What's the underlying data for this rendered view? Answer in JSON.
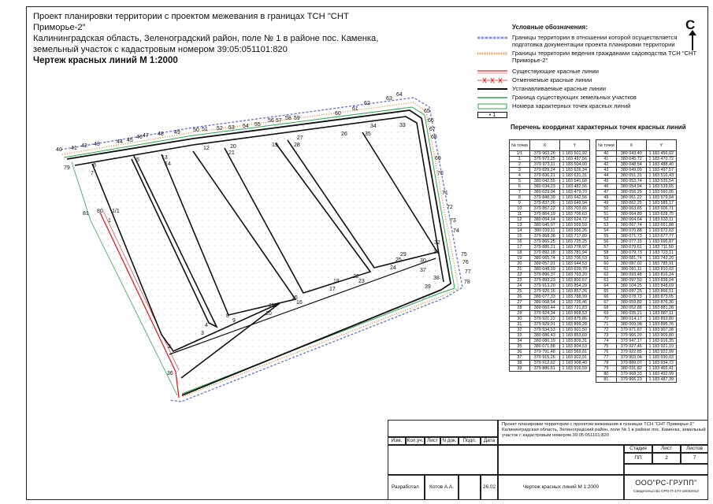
{
  "header": {
    "title_lines": [
      "Проект планировки территории с проектом межевания в границах ТСН \"СНТ Приморье-2\"",
      "Калининградская область, Зеленоградский район, поле № 1 в районе пос. Каменка,",
      "земельный участок с кадастровым номером 39:05:051101:820"
    ],
    "subtitle": "Чертеж красных линий М 1:2000",
    "north_letter": "С"
  },
  "colors": {
    "red_line": "#e02020",
    "black_line": "#111111",
    "green_line": "#2aa84a",
    "blue_dash": "#6b7bd6",
    "orange_dots": "#e0883a"
  },
  "legend": {
    "heading": "Условные обозначения:",
    "items": [
      {
        "icon": "blue-dashed-boundary",
        "text": "Границы территории в отношении которой осуществляется подготовка документации проекта планировки территории"
      },
      {
        "icon": "orange-dotted-boundary",
        "text": "Границы территории ведения гражданами садоводства ТСН \"СНТ Приморье-2\""
      },
      {
        "icon": "red-line",
        "text": "Существующие красные линии"
      },
      {
        "icon": "red-cross-line",
        "text": "Отменяемые красные линии"
      },
      {
        "icon": "black-line",
        "text": "Устанавливаемые красные линии"
      },
      {
        "icon": "green-line",
        "text": "Граница существующих земельных участков"
      },
      {
        "icon": "green-box",
        "text": "Номера характерных точек красных линий"
      },
      {
        "icon": "point-marker",
        "text": "",
        "marker_label": "• 1"
      }
    ]
  },
  "table": {
    "caption": "Перечень координат характерных точек красных линий",
    "headers": [
      "№ точки",
      "X",
      "Y"
    ],
    "left": [
      [
        "1/1",
        "379 963,26",
        "1 183 501,92"
      ],
      [
        "1",
        "379 973,25",
        "1 183 497,56"
      ],
      [
        "2",
        "379 973,11",
        "1 183 504,00"
      ],
      [
        "3",
        "379 829,24",
        "1 183 626,34"
      ],
      [
        "4",
        "379 836,21",
        "1 183 631,31"
      ],
      [
        "5",
        "380 042,55",
        "1 183 541,68"
      ],
      [
        "6",
        "380 034,23",
        "1 183 482,56"
      ],
      [
        "7",
        "380 029,04",
        "1 183 479,70"
      ],
      [
        "8",
        "379 840,39",
        "1 183 642,56"
      ],
      [
        "9",
        "379 837,26",
        "1 183 649,94"
      ],
      [
        "10",
        "379 857,22",
        "1 183 703,66"
      ],
      [
        "11",
        "379 864,19",
        "1 183 706,63"
      ],
      [
        "12",
        "380 054,14",
        "1 183 624,72"
      ],
      [
        "13",
        "380 045,07",
        "1 183 559,59"
      ],
      [
        "14",
        "380 039,11",
        "1 183 556,26"
      ],
      [
        "15",
        "379 868,38",
        "1 183 717,89"
      ],
      [
        "16",
        "379 865,25",
        "1 183 725,25"
      ],
      [
        "17",
        "379 885,21",
        "1 183 778,97"
      ],
      [
        "18",
        "379 892,18",
        "1 183 781,94"
      ],
      [
        "19",
        "380 065,74",
        "1 183 706,53"
      ],
      [
        "20",
        "380 057,01",
        "1 183 644,53"
      ],
      [
        "21",
        "380 048,29",
        "1 183 639,70"
      ],
      [
        "22",
        "379 896,37",
        "1 183 793,20"
      ],
      [
        "23",
        "379 893,23",
        "1 183 800,57"
      ],
      [
        "24",
        "379 913,20",
        "1 183 854,29"
      ],
      [
        "25",
        "379 920,16",
        "1 183 857,26"
      ],
      [
        "26",
        "380 077,33",
        "1 183 788,99"
      ],
      [
        "27",
        "380 068,54",
        "1 183 726,46"
      ],
      [
        "28",
        "380 060,44",
        "1 183 721,83"
      ],
      [
        "29",
        "379 924,34",
        "1 183 868,53"
      ],
      [
        "30",
        "379 921,22",
        "1 183 875,86"
      ],
      [
        "31",
        "379 929,91",
        "1 183 899,28"
      ],
      [
        "32",
        "379 934,53",
        "1 183 901,50"
      ],
      [
        "33",
        "380 086,43",
        "1 183 853,69"
      ],
      [
        "34",
        "380 080,19",
        "1 183 809,31"
      ],
      [
        "35",
        "380 071,88",
        "1 183 804,53"
      ],
      [
        "36",
        "379 791,48",
        "1 183 569,81"
      ],
      [
        "37",
        "379 915,26",
        "1 183 902,91"
      ],
      [
        "38",
        "379 912,62",
        "1 183 908,40"
      ],
      [
        "39",
        "379 886,61",
        "1 183 916,59"
      ]
    ],
    "right": [
      [
        "40",
        "380 043,40",
        "1 183 456,02"
      ],
      [
        "41",
        "380 045,72",
        "1 183 470,72"
      ],
      [
        "42",
        "380 048,54",
        "1 183 488,40"
      ],
      [
        "43",
        "380 049,09",
        "1 183 497,57"
      ],
      [
        "44",
        "380 051,31",
        "1 183 516,43"
      ],
      [
        "45",
        "380 053,74",
        "1 183 535,54"
      ],
      [
        "46",
        "380 054,94",
        "1 183 539,65"
      ],
      [
        "47",
        "380 056,29",
        "1 183 560,05"
      ],
      [
        "48",
        "380 061,22",
        "1 183 579,94"
      ],
      [
        "49",
        "380 062,25",
        "1 183 585,17"
      ],
      [
        "50",
        "380 063,65",
        "1 183 606,71"
      ],
      [
        "51",
        "380 064,89",
        "1 183 628,75"
      ],
      [
        "52",
        "380 064,64",
        "1 183 633,11"
      ],
      [
        "53",
        "380 067,74",
        "1 183 651,88"
      ],
      [
        "54",
        "380 070,88",
        "1 183 672,63"
      ],
      [
        "55",
        "380 071,73",
        "1 183 677,77"
      ],
      [
        "56",
        "380 077,15",
        "1 183 695,87"
      ],
      [
        "57",
        "380 079,61",
        "1 183 711,50"
      ],
      [
        "58",
        "380 079,73",
        "1 183 723,11"
      ],
      [
        "59",
        "380 081,74",
        "1 183 743,20"
      ],
      [
        "60",
        "380 087,02",
        "1 183 785,91"
      ],
      [
        "61",
        "380 091,11",
        "1 183 810,03"
      ],
      [
        "62",
        "380 093,48",
        "1 183 816,24"
      ],
      [
        "63",
        "380 097,50",
        "1 183 838,04"
      ],
      [
        "64",
        "380 104,25",
        "1 183 848,69"
      ],
      [
        "65",
        "380 097,25",
        "1 183 866,51"
      ],
      [
        "66",
        "380 078,73",
        "1 183 873,05"
      ],
      [
        "67",
        "380 059,82",
        "1 183 876,36"
      ],
      [
        "68",
        "380 052,88",
        "1 183 881,28"
      ],
      [
        "69",
        "380 035,21",
        "1 183 887,11"
      ],
      [
        "70",
        "380 014,17",
        "1 183 893,80"
      ],
      [
        "71",
        "380 009,98",
        "1 183 895,76"
      ],
      [
        "72",
        "379 971,87",
        "1 183 907,28"
      ],
      [
        "73",
        "379 966,20",
        "1 183 909,80"
      ],
      [
        "74",
        "379 947,17",
        "1 183 916,35"
      ],
      [
        "75",
        "379 927,46",
        "1 183 921,10"
      ],
      [
        "76",
        "379 922,85",
        "1 183 922,99"
      ],
      [
        "77",
        "379 903,04",
        "1 183 930,03"
      ],
      [
        "78",
        "379 889,07",
        "1 183 934,72"
      ],
      [
        "79",
        "380 031,82",
        "1 183 465,41"
      ],
      [
        "80",
        "379 968,33",
        "1 183 492,99"
      ],
      [
        "81",
        "379 966,23",
        "1 183 487,39"
      ]
    ]
  },
  "stamp": {
    "project_text": "Проект планировки территории с проектом межевания в границах ТСН \"СНТ Приморье-2\" Калининградская область, Зеленоградский район, поле № 1 в районе пос. Каменка, земельный участок с кадастровым номером 39:05:051101:820",
    "cols": [
      "Изм.",
      "Кол.уч.",
      "Лист",
      "N док.",
      "Подп.",
      "Дата"
    ],
    "stage_label": "Стадия",
    "sheet_label": "Лист",
    "sheets_label": "Листов",
    "stage": "ПП",
    "sheet": "2",
    "sheets": "7",
    "developed_label": "Разработал",
    "developer": "Котов А.А.",
    "date": "26.02",
    "drawing_name": "Чертеж красных линий М 1:2000",
    "company": "ООО\"РС-ГРУПП\"",
    "certificate": "Свидетельство СРО-П-170-16032012"
  },
  "plan": {
    "point_labels": [
      "1/1",
      "1",
      "2",
      "3",
      "4",
      "5",
      "6",
      "7",
      "8",
      "9",
      "10",
      "11",
      "12",
      "13",
      "14",
      "15",
      "16",
      "17",
      "18",
      "19",
      "20",
      "21",
      "22",
      "23",
      "24",
      "25",
      "26",
      "27",
      "28",
      "29",
      "30",
      "31",
      "32",
      "33",
      "34",
      "35",
      "36",
      "37",
      "38",
      "39",
      "40",
      "41",
      "42",
      "43",
      "44",
      "45",
      "46",
      "47",
      "48",
      "49",
      "50",
      "51",
      "52",
      "53",
      "54",
      "55",
      "56",
      "57",
      "58",
      "59",
      "60",
      "61",
      "62",
      "63",
      "64",
      "65",
      "66",
      "67",
      "68",
      "69",
      "70",
      "71",
      "72",
      "73",
      "74",
      "75",
      "76",
      "77",
      "78",
      "79",
      "80",
      "81"
    ]
  }
}
